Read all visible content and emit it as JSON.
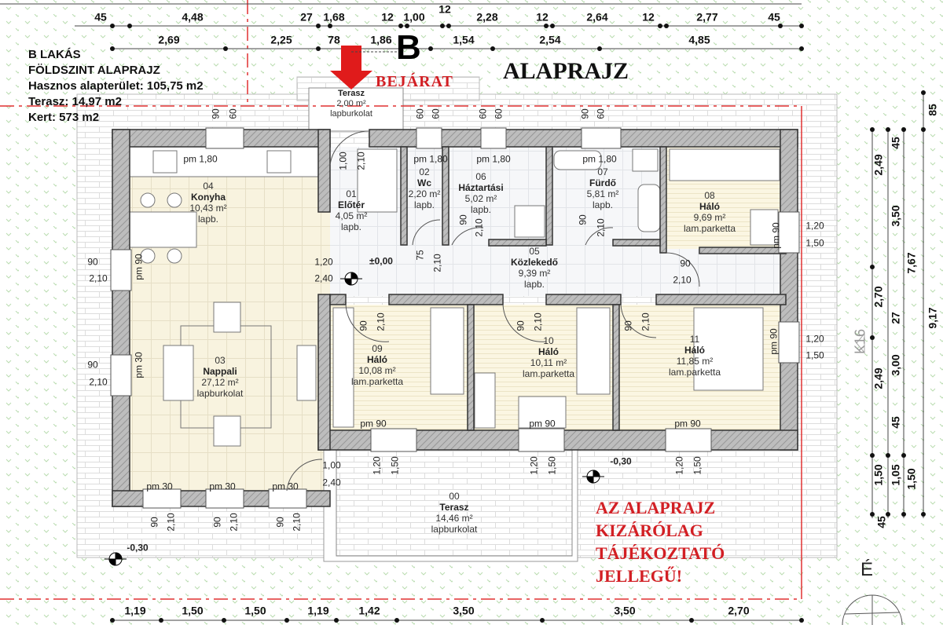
{
  "title_block": {
    "unit": "B LAKÁS",
    "plan": "FÖLDSZINT ALAPRAJZ",
    "useful_area": "Hasznos alapterület: 105,75 m2",
    "terrace": "Terasz:  14,97 m2",
    "garden": "Kert: 573 m2"
  },
  "heading": "ALAPRAJZ",
  "section_marker": "B",
  "entrance_label": "BEJÁRAT",
  "disclaimer": [
    "AZ ALAPRAJZ",
    "KIZÁRÓLAG",
    "TÁJÉKOZTATÓ",
    "JELLEGŰ!"
  ],
  "north_label": "É",
  "grid_marker": "K16",
  "colors": {
    "accent_red": "#d21f24",
    "wall": "#a9a9a9",
    "living_floor": "#f8f3df",
    "bedroom_floor": "#fbf6e2"
  },
  "rooms": [
    {
      "number": "",
      "name": "Terasz",
      "area": "2,00 m²",
      "floor": "lapburkolat"
    },
    {
      "number": "04",
      "name": "Konyha",
      "area": "10,43 m²",
      "floor": "lapb."
    },
    {
      "number": "01",
      "name": "Előtér",
      "area": "4,05 m²",
      "floor": "lapb."
    },
    {
      "number": "02",
      "name": "Wc",
      "area": "2,20 m²",
      "floor": "lapb."
    },
    {
      "number": "06",
      "name": "Háztartási",
      "area": "5,02 m²",
      "floor": "lapb."
    },
    {
      "number": "07",
      "name": "Fürdő",
      "area": "5,81 m²",
      "floor": "lapb."
    },
    {
      "number": "08",
      "name": "Háló",
      "area": "9,69 m²",
      "floor": "lam.parketta"
    },
    {
      "number": "05",
      "name": "Közlekedő",
      "area": "9,39 m²",
      "floor": "lapb."
    },
    {
      "number": "09",
      "name": "Háló",
      "area": "10,08 m²",
      "floor": "lam.parketta"
    },
    {
      "number": "10",
      "name": "Háló",
      "area": "10,11 m²",
      "floor": "lam.parketta"
    },
    {
      "number": "11",
      "name": "Háló",
      "area": "11,85 m²",
      "floor": "lam.parketta"
    },
    {
      "number": "03",
      "name": "Nappali",
      "area": "27,12 m²",
      "floor": "lapburkolat"
    },
    {
      "number": "00",
      "name": "Terasz",
      "area": "14,46 m²",
      "floor": "lapburkolat"
    }
  ],
  "dimensions": {
    "top_row1": [
      "45",
      "4,48",
      "27",
      "1,68",
      "12",
      "1,00",
      "12",
      "2,28",
      "12",
      "2,64",
      "12",
      "2,77",
      "45"
    ],
    "top_row2": [
      "2,69",
      "2,25",
      "78",
      "1,86",
      "1,54",
      "2,54",
      "4,85"
    ],
    "bottom": [
      "1,19",
      "1,50",
      "1,50",
      "1,19",
      "1,42",
      "3,50",
      "3,50",
      "2,70"
    ],
    "right": [
      "85",
      "2,49",
      "45",
      "3,50",
      "2,70",
      "7,67",
      "27",
      "9,17",
      "3,00",
      "2,49",
      "45",
      "1,50",
      "1,05",
      "1,50",
      "45"
    ]
  },
  "annotations": [
    "90",
    "60",
    "60",
    "60",
    "60",
    "60",
    "90",
    "60",
    "1,00",
    "2,10",
    "pm 1,80",
    "pm 1,80",
    "pm 1,80",
    "pm 1,80",
    "90",
    "2,10",
    "75",
    "2,10",
    "90",
    "2,10",
    "pm 90",
    "1,20",
    "1,50",
    "90",
    "2,10",
    "1,20",
    "2,40",
    "±0,00",
    "90",
    "2,10",
    "pm 90",
    "90",
    "2,10",
    "pm 30",
    "90",
    "2,10",
    "90",
    "2,10",
    "90",
    "2,10",
    "pm 90",
    "1,20",
    "1,50",
    "pm 90",
    "pm 90",
    "pm 90",
    "1,20",
    "1,50",
    "1,20",
    "1,50",
    "1,20",
    "1,50",
    "-0,30",
    "1,00",
    "2,40",
    "pm 30",
    "pm 30",
    "pm 30",
    "90",
    "2,10",
    "90",
    "2,10",
    "90",
    "2,10",
    "-0,30"
  ]
}
